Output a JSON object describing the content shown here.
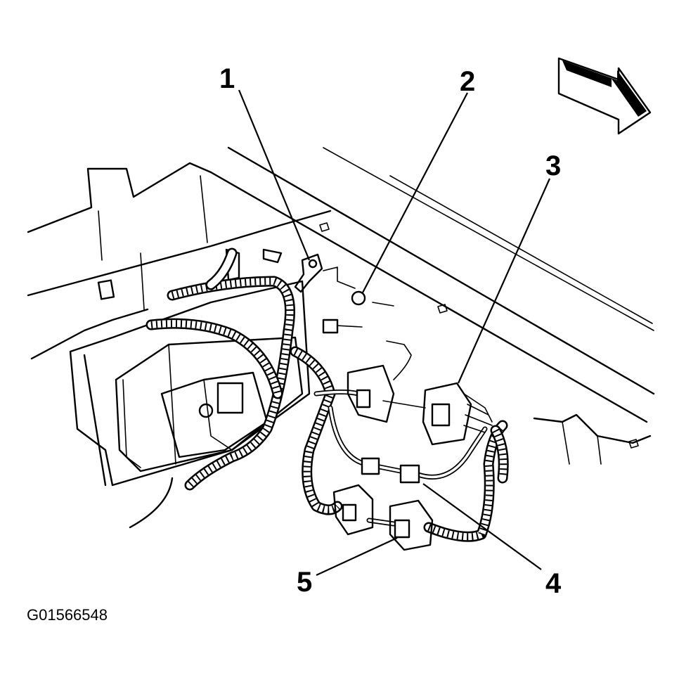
{
  "figure_id": "G01566548",
  "callouts": [
    {
      "number": "1"
    },
    {
      "number": "2"
    },
    {
      "number": "3"
    },
    {
      "number": "4"
    },
    {
      "number": "5"
    }
  ]
}
